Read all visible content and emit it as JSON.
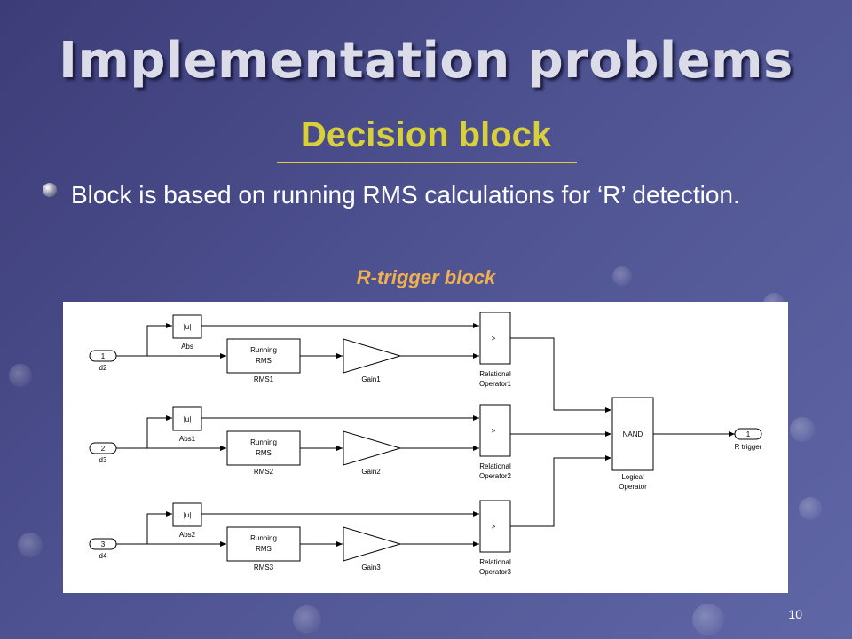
{
  "slide": {
    "title": "Implementation problems",
    "subtitle": "Decision block",
    "bullet": "Block is based on running RMS calculations for ‘R’ detection.",
    "caption": "R-trigger block",
    "page_number": "10"
  },
  "diagram": {
    "rows": [
      {
        "port_num": "1",
        "port_name": "d2",
        "abs_glyph": "|u|",
        "abs_name": "Abs",
        "rms_text1": "Running",
        "rms_text2": "RMS",
        "rms_name": "RMS1",
        "gain_name": "Gain1",
        "rel_op": ">",
        "rel_name1": "Relational",
        "rel_name2": "Operator1"
      },
      {
        "port_num": "2",
        "port_name": "d3",
        "abs_glyph": "|u|",
        "abs_name": "Abs1",
        "rms_text1": "Running",
        "rms_text2": "RMS",
        "rms_name": "RMS2",
        "gain_name": "Gain2",
        "rel_op": ">",
        "rel_name1": "Relational",
        "rel_name2": "Operator2"
      },
      {
        "port_num": "3",
        "port_name": "d4",
        "abs_glyph": "|u|",
        "abs_name": "Abs2",
        "rms_text1": "Running",
        "rms_text2": "RMS",
        "rms_name": "RMS3",
        "gain_name": "Gain3",
        "rel_op": ">",
        "rel_name1": "Relational",
        "rel_name2": "Operator3"
      }
    ],
    "logic": {
      "op": "NAND",
      "name1": "Logical",
      "name2": "Operator"
    },
    "out": {
      "port_num": "1",
      "port_name": "R trigger"
    }
  },
  "colors": {
    "title": "#dcdce8",
    "subtitle": "#d8d03a",
    "caption": "#f0b050"
  }
}
